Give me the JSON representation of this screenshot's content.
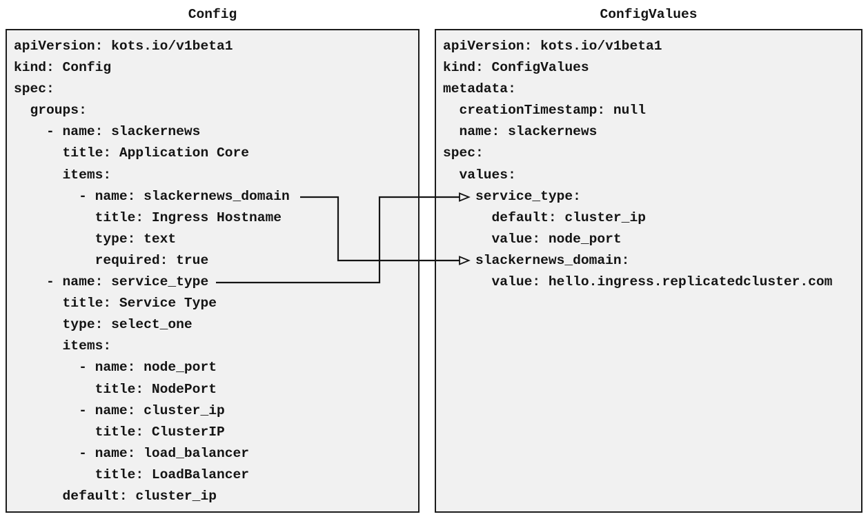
{
  "panels": {
    "config": {
      "title": "Config",
      "lines": [
        "apiVersion: kots.io/v1beta1",
        "kind: Config",
        "spec:",
        "  groups:",
        "    - name: slackernews",
        "      title: Application Core",
        "      items:",
        "        - name: slackernews_domain",
        "          title: Ingress Hostname",
        "          type: text",
        "          required: true",
        "    - name: service_type",
        "      title: Service Type",
        "      type: select_one",
        "      items:",
        "        - name: node_port",
        "          title: NodePort",
        "        - name: cluster_ip",
        "          title: ClusterIP",
        "        - name: load_balancer",
        "          title: LoadBalancer",
        "      default: cluster_ip"
      ]
    },
    "config_values": {
      "title": "ConfigValues",
      "lines": [
        "apiVersion: kots.io/v1beta1",
        "kind: ConfigValues",
        "metadata:",
        "  creationTimestamp: null",
        "  name: slackernews",
        "spec:",
        "  values:",
        "    service_type:",
        "      default: cluster_ip",
        "      value: node_port",
        "    slackernews_domain:",
        "      value: hello.ingress.replicatedcluster.com"
      ]
    }
  },
  "connections": [
    {
      "from_panel": "Config",
      "from_key": "slackernews_domain",
      "to_panel": "ConfigValues",
      "to_key": "slackernews_domain"
    },
    {
      "from_panel": "Config",
      "from_key": "service_type",
      "to_panel": "ConfigValues",
      "to_key": "service_type"
    }
  ],
  "colors": {
    "background": "#ffffff",
    "panel_background": "#f1f1f1",
    "panel_border": "#1c1c1c",
    "text": "#141414",
    "connector": "#141414"
  }
}
